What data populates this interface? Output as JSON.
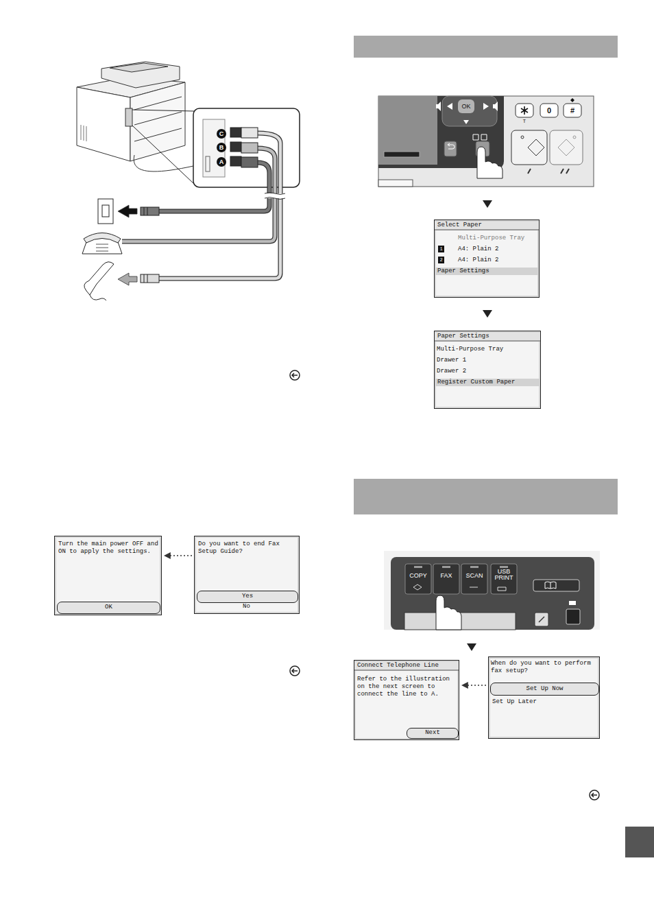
{
  "diagram": {
    "nodes": [
      {
        "text": [
          "Turn the main power OFF and ON to apply the settings."
        ]
      },
      {
        "text": [
          "OK"
        ],
        "in": 0
      },
      {
        "text": [
          "Do you want to end Fax Setup Guide?",
          "No"
        ]
      },
      {
        "text": [
          "Yes"
        ],
        "in": 2
      },
      {
        "text": [
          "Select Paper",
          "Multi-Purpose Tray",
          "A4: Plain 2",
          "A4: Plain 2",
          "Paper Settings"
        ]
      },
      {
        "text": [
          "Paper Settings",
          "Multi-Purpose Tray",
          "Drawer 1",
          "Drawer 2",
          "Register Custom Paper"
        ]
      },
      {
        "text": [
          "Connect Telephone Line",
          "Refer to the illustration on the next screen to connect the line to A."
        ]
      },
      {
        "text": [
          "Next"
        ],
        "in": 6
      },
      {
        "text": [
          "When do you want to perform fax setup?",
          "Set Up Later"
        ]
      },
      {
        "text": [
          "Set Up Now"
        ],
        "in": 8
      }
    ],
    "edges": [
      {
        "from": 2,
        "to": 0,
        "arrow": "to"
      },
      {
        "from": 8,
        "to": 6,
        "arrow": "to"
      }
    ],
    "labels": [
      "C",
      "B",
      "A",
      "OK",
      "0",
      "#",
      "T",
      "1",
      "2",
      "COPY",
      "FAX",
      "SCAN",
      "USB PRINT"
    ]
  }
}
